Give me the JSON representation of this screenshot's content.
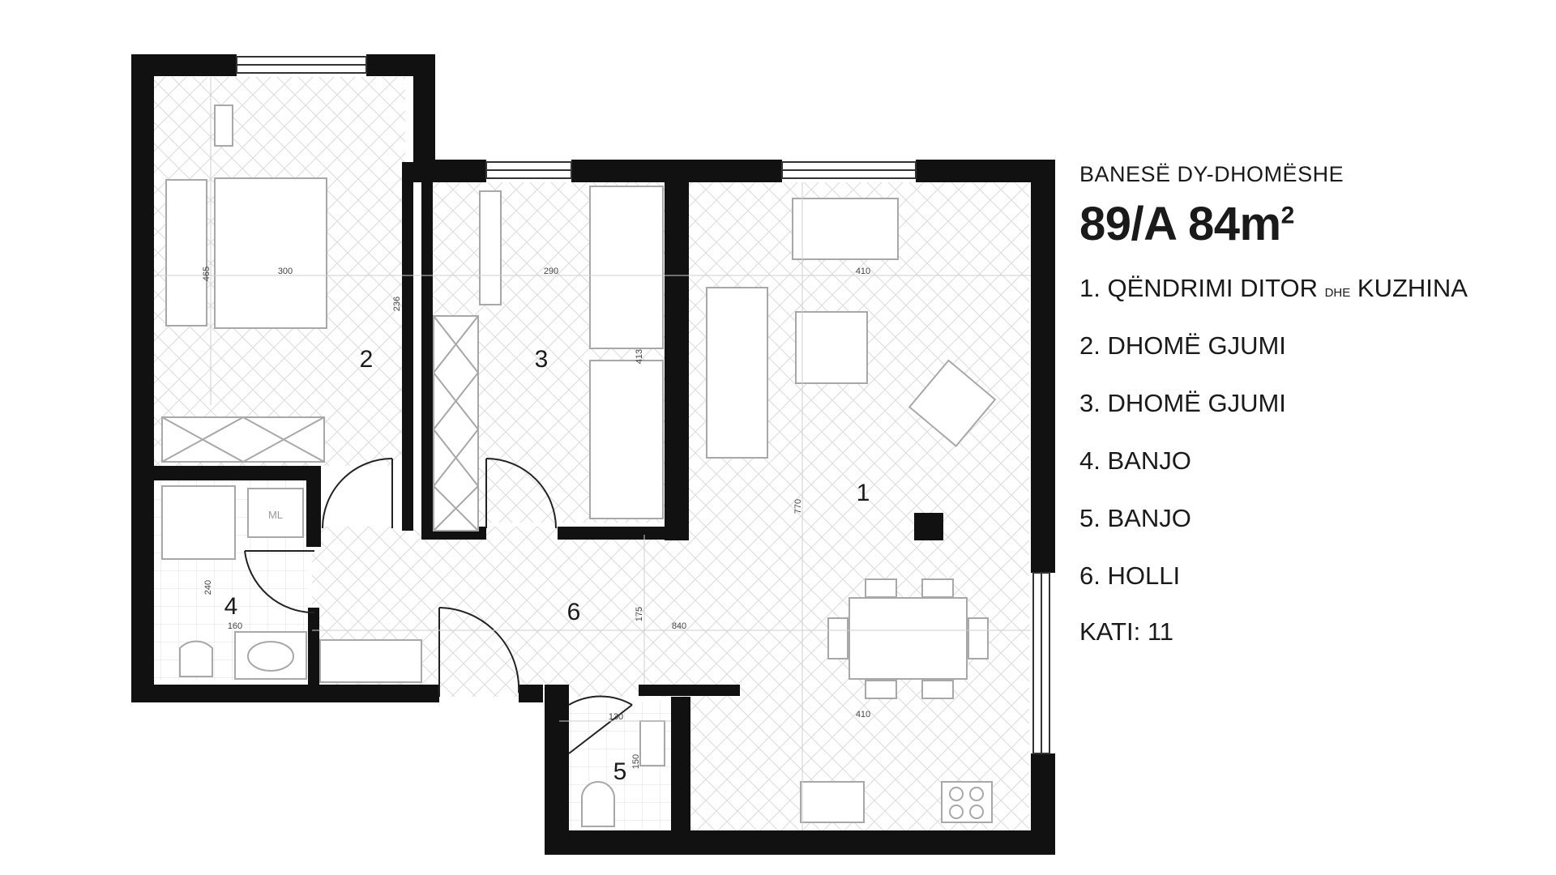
{
  "legend": {
    "subtitle": "BANESË DY-DHOMËSHE",
    "unit": "89/A",
    "area_value": "84m",
    "area_sup": "2",
    "rooms": [
      {
        "label": "1. QËNDRIMI DITOR",
        "joiner": "DHE",
        "suffix": "KUZHINA"
      },
      {
        "label": "2. DHOMË GJUMI"
      },
      {
        "label": "3. DHOMË GJUMI"
      },
      {
        "label": "4. BANJO"
      },
      {
        "label": "5. BANJO"
      },
      {
        "label": "6. HOLLI"
      }
    ],
    "floor": "KATI: 11"
  },
  "plan": {
    "room_numbers": [
      "1",
      "2",
      "3",
      "4",
      "5",
      "6"
    ],
    "appliance_label": "ML",
    "dimensions": [
      "465",
      "300",
      "236",
      "290",
      "413",
      "410",
      "770",
      "240",
      "160",
      "175",
      "840",
      "130",
      "150",
      "410"
    ]
  },
  "colors": {
    "wall": "#111111",
    "floor_line": "#d6d6d6",
    "furniture": "#b8b8b8",
    "text": "#1a1a1a"
  }
}
